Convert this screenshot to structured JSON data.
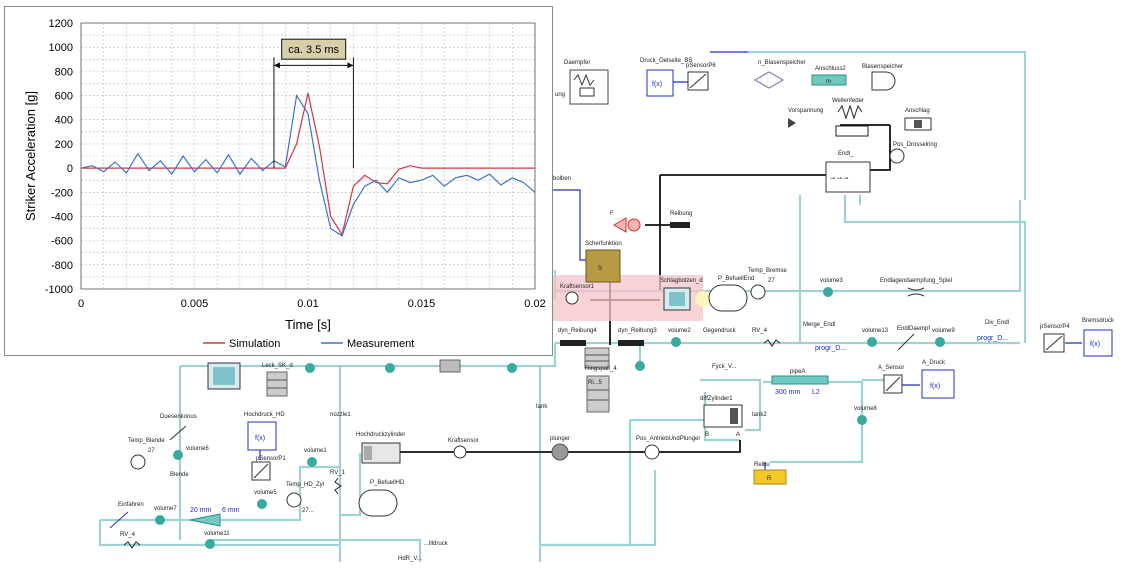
{
  "components": {
    "daempfer": "Daempfer",
    "ung": "ung",
    "druck_oelseite": "Druck_Oelseite_BS",
    "fx": "f(x)",
    "psensor_p6": "pSensorP6",
    "n_blasenspeicher": "n_Blasenspeicher",
    "anschluss2": "Anschluss2",
    "anschluss_m": "m",
    "blasenspeicher": "Blasenspeicher",
    "vorspannung": "Vorspannung",
    "wellenfeder": "Wellenfeder",
    "anschlag": "Anschlag",
    "endl": "Endl_",
    "pos_drosselring": "Pos_Drosselring",
    "bolben": "bolben",
    "f_label": "F",
    "reibung": "Reibung",
    "scherfunktion": "Scherfunktion",
    "s_label": "S",
    "kraftsensor1": "Kraftsensor1",
    "schlagbolzen": "Schlagbolzen_d",
    "p_befuell_end": "P_BefuellEnd",
    "temp_bremse": "Temp_Bremse",
    "temp_bremse_val": "27",
    "volume3": "volume3",
    "endlage_spiel": "Endlagendaempfung_Spiel",
    "dyn_reibung4": "dyn_Reibung4",
    "dyn_reibung3": "dyn_Reibung3",
    "volume2": "volume2",
    "gegendruck": "Gegendruck",
    "rv4": "RV_4",
    "merge_endl": "Merge_Endl",
    "progr_d1": "progr_D...",
    "volume13": "volume13",
    "endl_daempf": "EndlDaempf",
    "volume9": "volume9",
    "div_endl": "Div_Endl",
    "progr_d2": "progr_D...",
    "psensor_p4": "pSensorP4",
    "bremsdruck": "Bremsdruck",
    "ringspalt4": "Ringspalt_4",
    "ringspalt5": "Ri...5",
    "leck_sk": "Leck_SK_d",
    "fyck_v": "Fyck_V...",
    "pipea": "pipeA",
    "pipea_len": "300 mm",
    "l2": "L2",
    "a_sensor": "A_Sensor",
    "a_druck": "A_Druck",
    "tank": "tank",
    "tank2": "tank2",
    "diffzylinder": "diffZylinder1",
    "b_label": "B",
    "a_label": "A",
    "volume8": "volume8",
    "duesenkonus": "Duesenkonus",
    "hochdruck_hd": "Hochdruck_HD",
    "nozzle1": "nozzle1",
    "hochdruckzylinder": "Hochdruckzylinder",
    "kraftsensor": "Kraftsensor",
    "plunger": "plunger",
    "pos_antrieb": "Pos_AntriebUndPlunger",
    "temp_blende": "Temp_Blende",
    "temp_blende_val": "27",
    "volume6": "volume6",
    "volume1": "volume1",
    "psensor_p1": "pSensorP1",
    "blende": "Blende",
    "volume5": "volume5",
    "temp_hd_zyl": "Temp_HD_Zyl",
    "temp_hd_val": "27...",
    "rv1": "RV_1",
    "p_befuell_hd": "P_BefuellHD",
    "reibu": "Reibu",
    "r_label": "R",
    "einfahren": "Einfahren",
    "volume7": "volume7",
    "pipe_20mm": "20 mm",
    "pipe_6mm": "6 mm",
    "rv_left": "RV_4",
    "volume11": "volume11",
    "fuelldruck": "...llldruck",
    "hdr_v": "HdR_V..."
  },
  "chart_data": {
    "type": "line",
    "x": [
      0,
      0.0005,
      0.001,
      0.0015,
      0.002,
      0.0025,
      0.003,
      0.0035,
      0.004,
      0.0045,
      0.005,
      0.0055,
      0.006,
      0.0065,
      0.007,
      0.0075,
      0.008,
      0.0085,
      0.009,
      0.0095,
      0.01,
      0.0105,
      0.011,
      0.0115,
      0.012,
      0.0125,
      0.013,
      0.0135,
      0.014,
      0.0145,
      0.015,
      0.0155,
      0.016,
      0.0165,
      0.017,
      0.0175,
      0.018,
      0.0185,
      0.019,
      0.0195,
      0.02
    ],
    "series": [
      {
        "name": "Simulation",
        "color": "#d9343f",
        "values": [
          0,
          0,
          0,
          0,
          0,
          0,
          0,
          0,
          0,
          0,
          0,
          0,
          0,
          0,
          0,
          0,
          0,
          0,
          0,
          200,
          620,
          180,
          -400,
          -550,
          -150,
          -60,
          -120,
          -130,
          -10,
          20,
          0,
          0,
          0,
          0,
          0,
          0,
          0,
          0,
          0,
          0,
          0
        ]
      },
      {
        "name": "Measurement",
        "color": "#3a74c8",
        "values": [
          0,
          20,
          -30,
          50,
          -40,
          120,
          -20,
          60,
          -50,
          100,
          -30,
          70,
          -40,
          110,
          -50,
          80,
          -20,
          60,
          10,
          600,
          450,
          -100,
          -500,
          -560,
          -300,
          -150,
          -100,
          -200,
          -80,
          -120,
          -100,
          -60,
          -150,
          -80,
          -60,
          -100,
          -50,
          -140,
          -80,
          -120,
          -200
        ]
      }
    ],
    "ylabel": "Striker Acceleration [g]",
    "xlabel": "Time [s]",
    "xlim": [
      0,
      0.02
    ],
    "ylim": [
      -1000,
      1200
    ],
    "xticks": [
      "0",
      "0.005",
      "0.01",
      "0.015",
      "0.02"
    ],
    "xtick_values": [
      0,
      0.005,
      0.01,
      0.015,
      0.02
    ],
    "yticks": [
      "1200",
      "1000",
      "800",
      "600",
      "400",
      "200",
      "0",
      "-200",
      "-400",
      "-600",
      "-800",
      "-1000"
    ],
    "ytick_values": [
      1200,
      1000,
      800,
      600,
      400,
      200,
      0,
      -200,
      -400,
      -600,
      -800,
      -1000
    ],
    "grid": true,
    "legend_position": "bottom",
    "annotation": {
      "text": "ca. 3.5 ms",
      "x_start": 0.0085,
      "x_end": 0.012
    }
  }
}
